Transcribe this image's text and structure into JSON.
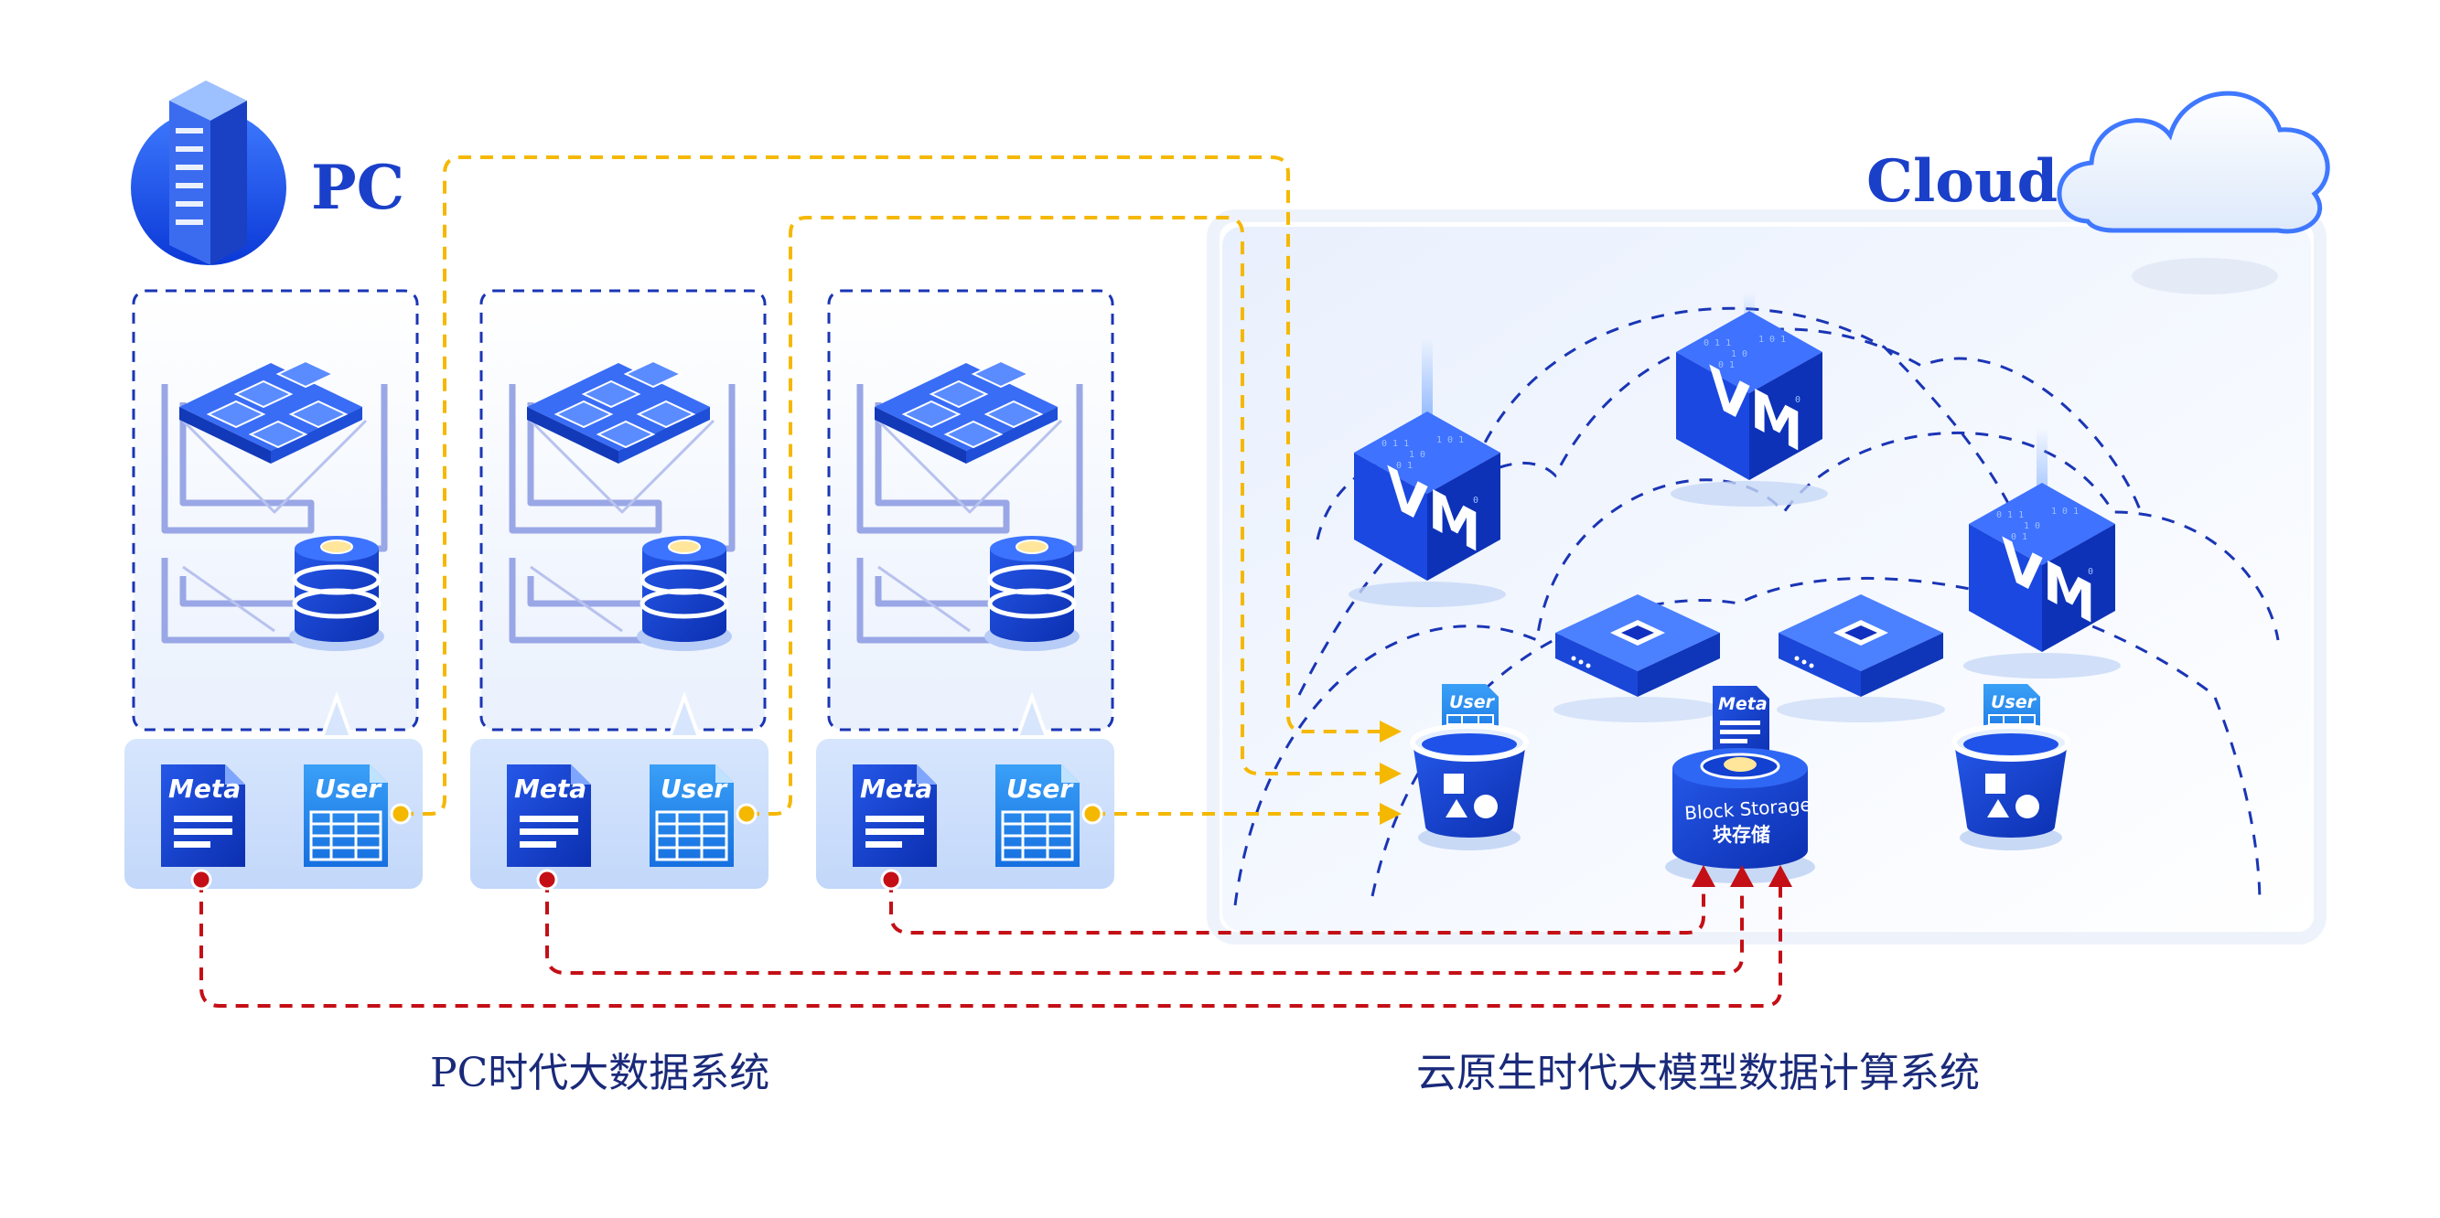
{
  "pc": {
    "title": "PC"
  },
  "cloud": {
    "title": "Cloud"
  },
  "captions": {
    "left": "PC时代大数据系统",
    "right": "云原生时代大模型数据计算系统"
  },
  "doc_labels": {
    "meta": "Meta",
    "user": "User"
  },
  "vm_label": "VM",
  "block_storage": {
    "en": "Block Storage",
    "zh": "块存储"
  },
  "colors": {
    "accent": "#1a3fc9",
    "user_flow": "#f5b800",
    "meta_flow": "#c40f16",
    "panel": "#cfe0fb"
  },
  "icons": [
    "server-rack-icon",
    "cloud-icon",
    "cpu-chip-icon",
    "database-icon",
    "meta-document-icon",
    "user-table-icon",
    "vm-cube-icon",
    "switch-box-icon",
    "object-bucket-icon",
    "block-storage-icon"
  ]
}
